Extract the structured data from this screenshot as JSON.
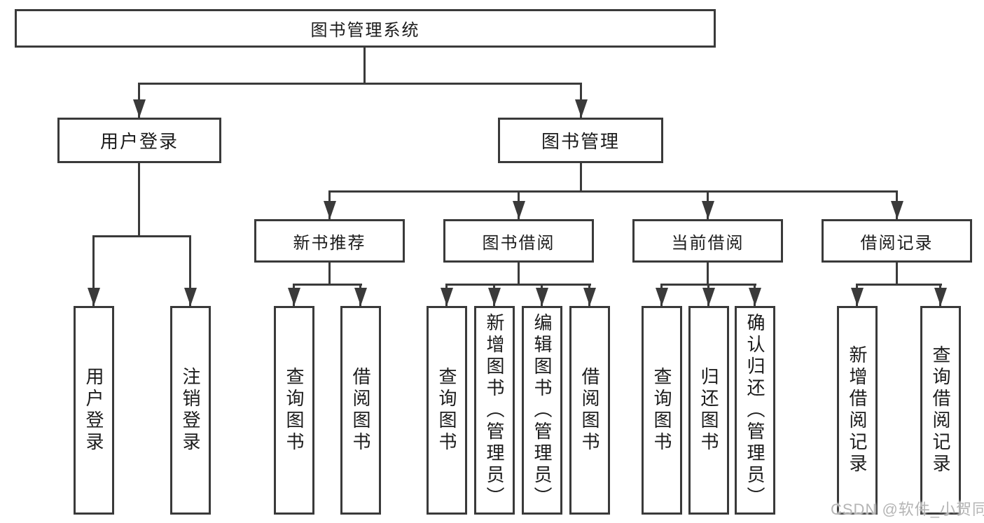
{
  "tree": {
    "root": {
      "label": "图书管理系统"
    },
    "children": [
      {
        "label": "用户登录",
        "children": [
          {
            "label": "用户登录"
          },
          {
            "label": "注销登录"
          }
        ]
      },
      {
        "label": "图书管理",
        "children": [
          {
            "label": "新书推荐",
            "children": [
              {
                "label": "查询图书"
              },
              {
                "label": "借阅图书"
              }
            ]
          },
          {
            "label": "图书借阅",
            "children": [
              {
                "label": "查询图书"
              },
              {
                "label": "新增图书（管理员）"
              },
              {
                "label": "编辑图书（管理员）"
              },
              {
                "label": "借阅图书"
              }
            ]
          },
          {
            "label": "当前借阅",
            "children": [
              {
                "label": "查询图书"
              },
              {
                "label": "归还图书"
              },
              {
                "label": "确认归还（管理员）"
              }
            ]
          },
          {
            "label": "借阅记录",
            "children": [
              {
                "label": "新增借阅记录"
              },
              {
                "label": "查询借阅记录"
              }
            ]
          }
        ]
      }
    ]
  },
  "watermark": {
    "text": "CSDN @软件_小贺同学",
    "color": "#b5b5b5"
  },
  "colors": {
    "line": "#3a3a3a",
    "text": "#1b1b1b",
    "background": "#ffffff"
  }
}
